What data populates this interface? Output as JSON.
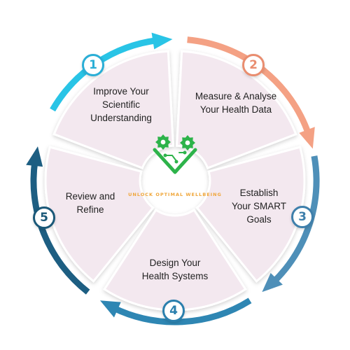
{
  "center": {
    "tagline": "UNLOCK OPTIMAL WELLBEING",
    "logo_icon": "heart-gears-circuit-icon",
    "logo_color": "#2db34a"
  },
  "steps": [
    {
      "number": "1",
      "label": "Improve Your\nScientific\nUnderstanding",
      "color": "#29c4e6",
      "badge_color": "#2aaed6"
    },
    {
      "number": "2",
      "label": "Measure & Analyse\nYour Health Data",
      "color": "#f4a184",
      "badge_color": "#e98d6f"
    },
    {
      "number": "3",
      "label": "Establish\nYour SMART\nGoals",
      "color": "#4e8fb8",
      "badge_color": "#3e7fab"
    },
    {
      "number": "4",
      "label": "Design Your\nHealth Systems",
      "color": "#2e86b3",
      "badge_color": "#2a7fad"
    },
    {
      "number": "5",
      "label": "Review and\nRefine",
      "color": "#1d5e82",
      "badge_color": "#1a5878"
    }
  ],
  "colors": {
    "segment_fill": "#f3e8ef",
    "segment_border": "#ffffff",
    "text": "#222222"
  }
}
